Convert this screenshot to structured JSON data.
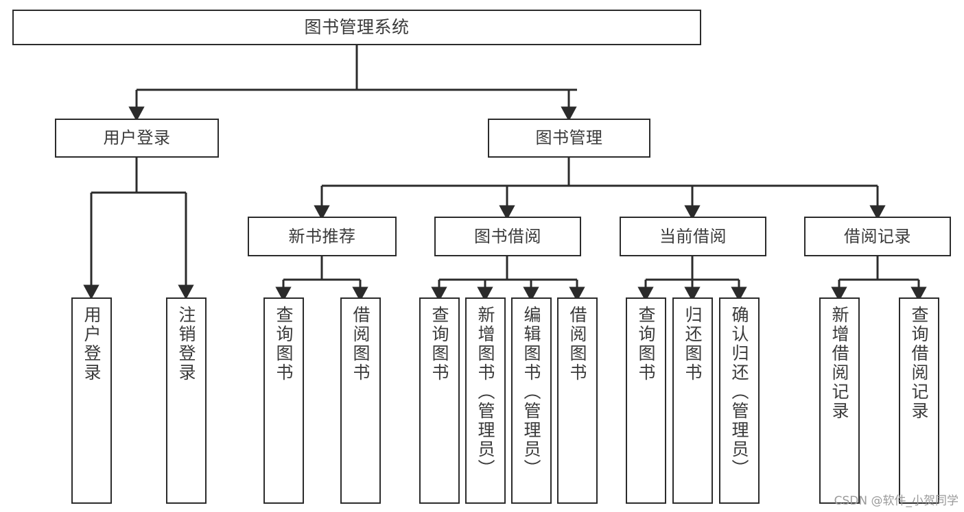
{
  "diagram": {
    "title": "图书管理系统",
    "type": "tree-hierarchy-chart",
    "colors": {
      "box_border": "#2b2b2b",
      "box_fill": "#ffffff",
      "edge": "#2b2b2b",
      "text": "#3a3a3a",
      "watermark": "#9a9a9a",
      "background": "#ffffff"
    },
    "root": {
      "label": "图书管理系统"
    },
    "level2": [
      {
        "label": "用户登录"
      },
      {
        "label": "图书管理"
      }
    ],
    "level3": [
      {
        "label": "新书推荐"
      },
      {
        "label": "图书借阅"
      },
      {
        "label": "当前借阅"
      },
      {
        "label": "借阅记录"
      }
    ],
    "leaves": {
      "user_login": [
        {
          "label": "用户登录"
        },
        {
          "label": "注销登录"
        }
      ],
      "new_book_recommend": [
        {
          "label": "查询图书"
        },
        {
          "label": "借阅图书"
        }
      ],
      "book_borrow": [
        {
          "label": "查询图书"
        },
        {
          "label": "新增图书（管理员）"
        },
        {
          "label": "编辑图书（管理员）"
        },
        {
          "label": "借阅图书"
        }
      ],
      "current_borrow": [
        {
          "label": "查询图书"
        },
        {
          "label": "归还图书"
        },
        {
          "label": "确认归还（管理员）"
        }
      ],
      "borrow_record": [
        {
          "label": "新增借阅记录"
        },
        {
          "label": "查询借阅记录"
        }
      ]
    },
    "watermark": "CSDN @软件_小贺同学"
  }
}
